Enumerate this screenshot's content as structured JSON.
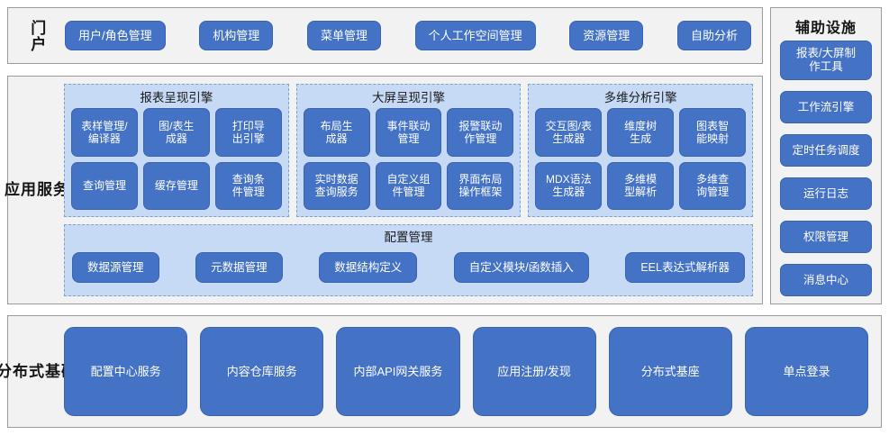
{
  "portal": {
    "band_label": "门户",
    "items": [
      {
        "label": "用户/角色管理"
      },
      {
        "label": "机构管理"
      },
      {
        "label": "菜单管理"
      },
      {
        "label": "个人工作空间管理"
      },
      {
        "label": "资源管理"
      },
      {
        "label": "自助分析"
      }
    ]
  },
  "aux": {
    "title": "辅助设施",
    "items": [
      {
        "label": "报表/大屏制\n作工具",
        "tall": true
      },
      {
        "label": "工作流引擎"
      },
      {
        "label": "定时任务调度"
      },
      {
        "label": "运行日志"
      },
      {
        "label": "权限管理"
      },
      {
        "label": "消息中心"
      }
    ]
  },
  "app_services": {
    "band_label": "应用服务",
    "engines": [
      {
        "title": "报表呈现引擎",
        "items": [
          {
            "label": "表样管理/\n编译器"
          },
          {
            "label": "图/表生\n成器"
          },
          {
            "label": "打印导\n出引擎"
          },
          {
            "label": "查询管理"
          },
          {
            "label": "缓存管理"
          },
          {
            "label": "查询条\n件管理"
          }
        ]
      },
      {
        "title": "大屏呈现引擎",
        "items": [
          {
            "label": "布局生\n成器"
          },
          {
            "label": "事件联动\n管理"
          },
          {
            "label": "报警联动\n作管理"
          },
          {
            "label": "实时数据\n查询服务"
          },
          {
            "label": "自定义组\n件管理"
          },
          {
            "label": "界面布局\n操作框架"
          }
        ]
      },
      {
        "title": "多维分析引擎",
        "items": [
          {
            "label": "交互图/表\n生成器"
          },
          {
            "label": "维度树\n生成"
          },
          {
            "label": "图表智\n能映射"
          },
          {
            "label": "MDX语法\n生成器"
          },
          {
            "label": "多维模\n型解析"
          },
          {
            "label": "多维查\n询管理"
          }
        ]
      }
    ],
    "config": {
      "title": "配置管理",
      "items": [
        {
          "label": "数据源管理"
        },
        {
          "label": "元数据管理"
        },
        {
          "label": "数据结构定义"
        },
        {
          "label": "自定义模块/函数插入"
        },
        {
          "label": "EEL表达式解析器"
        }
      ]
    }
  },
  "distributed": {
    "band_label": "分布式基础",
    "items": [
      {
        "label": "配置中心服务"
      },
      {
        "label": "内容仓库服务"
      },
      {
        "label": "内部API网关服务"
      },
      {
        "label": "应用注册/发现"
      },
      {
        "label": "分布式基座"
      },
      {
        "label": "单点登录"
      }
    ]
  },
  "colors": {
    "button_fill": "#4472c4",
    "button_border": "#3a63ad",
    "panel_fill": "#f2f2f2",
    "panel_border": "#9a9a9a",
    "engine_fill": "#c6daf5",
    "engine_border": "#7f9fd0",
    "text_dark": "#151515",
    "text_light": "#ffffff"
  }
}
